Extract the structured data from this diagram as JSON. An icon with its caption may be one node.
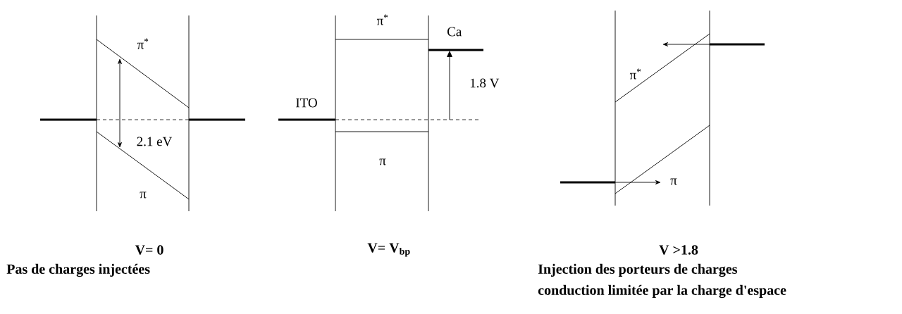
{
  "diagram": {
    "labels": [
      "π$^{*}$",
      "2.1 eV",
      "π",
      "π$^{*}$",
      "Ca",
      "1.8 V",
      "ITO",
      "π",
      "π$^{*}$",
      "π",
      "V= 0",
      "V= V$_{bp}$",
      "V >1.8",
      "Pas de charges injectées",
      "Injection des porteurs de charges",
      "conduction limitée par la charge d'espace"
    ]
  }
}
